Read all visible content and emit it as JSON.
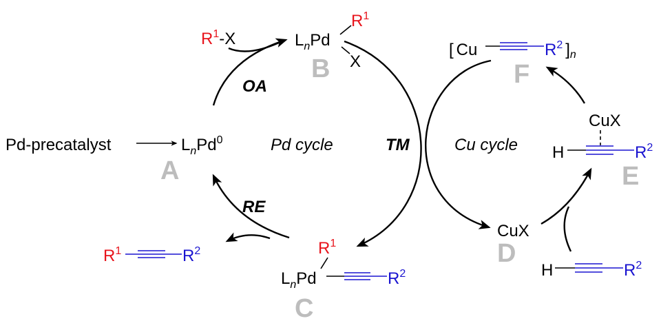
{
  "title": "Sonogashira coupling catalytic cycles",
  "precatalyst": "Pd-precatalyst",
  "species": {
    "A": {
      "label": "A",
      "L": "L",
      "n": "n",
      "metal": "Pd",
      "ox": "0"
    },
    "B": {
      "label": "B",
      "L": "L",
      "n": "n",
      "metal": "Pd",
      "R": "R",
      "r_num": "1",
      "X": "X"
    },
    "C": {
      "label": "C",
      "L": "L",
      "n": "n",
      "metal": "Pd",
      "R1": "R",
      "r1_num": "1",
      "R2": "R",
      "r2_num": "2"
    },
    "D": {
      "label": "D",
      "formula": "CuX"
    },
    "E": {
      "label": "E",
      "cux": "CuX",
      "H": "H",
      "R2": "R",
      "r2_num": "2"
    },
    "F": {
      "label": "F",
      "open": "[",
      "Cu": "Cu",
      "R2": "R",
      "r2_num": "2",
      "close": "]",
      "n": "n"
    }
  },
  "reagents": {
    "aryl_halide": {
      "R": "R",
      "r_num": "1",
      "sep": "-",
      "X": "X"
    },
    "alkyne": {
      "H": "H",
      "R": "R",
      "r_num": "2"
    },
    "product": {
      "R1": "R",
      "r1_num": "1",
      "R2": "R",
      "r2_num": "2"
    }
  },
  "steps": {
    "OA": "OA",
    "TM": "TM",
    "RE": "RE"
  },
  "cycles": {
    "pd": "Pd cycle",
    "cu": "Cu cycle"
  },
  "colors": {
    "r1": "#e8141c",
    "r2": "#1a14d0",
    "label": "#bdbdbd"
  }
}
